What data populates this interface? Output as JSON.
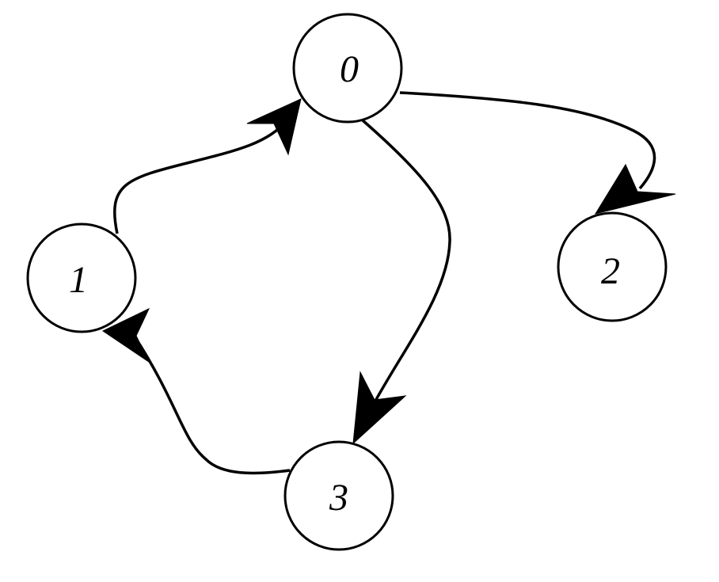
{
  "diagram": {
    "type": "directed-graph",
    "nodes": [
      {
        "id": "0",
        "label": "0"
      },
      {
        "id": "1",
        "label": "1"
      },
      {
        "id": "2",
        "label": "2"
      },
      {
        "id": "3",
        "label": "3"
      }
    ],
    "edges": [
      {
        "from": "1",
        "to": "0"
      },
      {
        "from": "0",
        "to": "2"
      },
      {
        "from": "0",
        "to": "3"
      },
      {
        "from": "3",
        "to": "1"
      }
    ],
    "colors": {
      "stroke": "#000000",
      "fill": "#ffffff"
    }
  }
}
